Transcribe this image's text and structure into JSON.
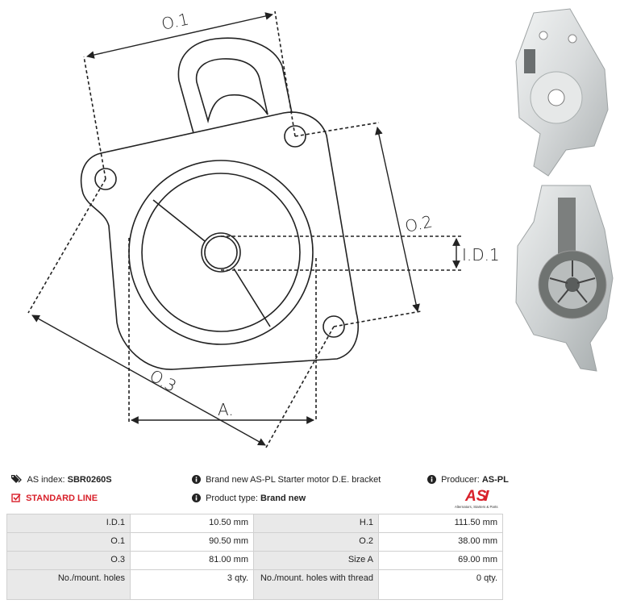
{
  "drawing": {
    "labels": {
      "o1": "O.1",
      "o2": "O.2",
      "o3": "O.3",
      "id1": "I.D.1",
      "a": "A."
    }
  },
  "info": {
    "as_index_label": "AS index:",
    "as_index_value": "SBR0260S",
    "standard_line": "STANDARD LINE",
    "description": "Brand new AS-PL Starter motor D.E. bracket",
    "product_type_label": "Product type:",
    "product_type_value": "Brand new",
    "producer_label": "Producer:",
    "producer_value": "AS-PL",
    "logo_text": "AS",
    "logo_tagline": "Alternators, Starters & Parts"
  },
  "table": {
    "rows": [
      {
        "l1": "I.D.1",
        "v1": "10.50 mm",
        "l2": "H.1",
        "v2": "111.50 mm"
      },
      {
        "l1": "O.1",
        "v1": "90.50 mm",
        "l2": "O.2",
        "v2": "38.00 mm"
      },
      {
        "l1": "O.3",
        "v1": "81.00 mm",
        "l2": "Size A",
        "v2": "69.00 mm"
      },
      {
        "l1": "No./mount. holes",
        "v1": "3 qty.",
        "l2": "No./mount. holes with thread",
        "v2": "0 qty."
      }
    ]
  },
  "colors": {
    "accent_red": "#d8202a",
    "label_bg": "#e9e9e9",
    "photo_metal": "#d9dcdc"
  },
  "icons": [
    "tags-icon",
    "check-square-icon",
    "info-circle-icon"
  ]
}
